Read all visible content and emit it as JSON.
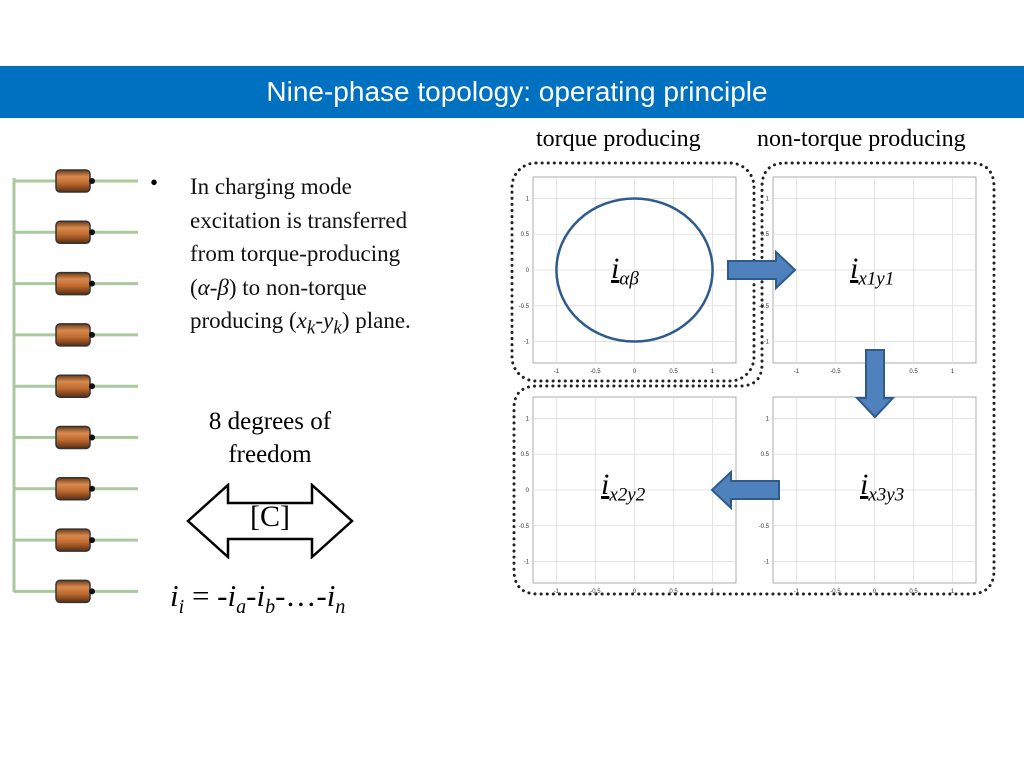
{
  "title": "Nine-phase topology: operating principle",
  "bullet": {
    "symbol": "•",
    "lines": [
      "In charging mode",
      "excitation is transferred",
      "from torque-producing"
    ],
    "line4": {
      "open": "(",
      "greek": "α-β",
      "close": ") to non-torque"
    },
    "line5": {
      "pre": "producing (",
      "x": "x",
      "k1": "k",
      "dash": "-",
      "y": "y",
      "k2": "k",
      "post": ") plane."
    }
  },
  "dof": {
    "line1": "8 degrees of",
    "line2": "freedom"
  },
  "matrix_label": "[C]",
  "equation": {
    "i": "i",
    "s0": "i",
    "eq": " = -",
    "a": "i",
    "sa": "a",
    "m1": "-",
    "b": "i",
    "sb": "b",
    "m2": "-…-",
    "n": "i",
    "sn": "n"
  },
  "captions": {
    "torque": "torque producing",
    "non_torque": "non-torque producing"
  },
  "plots": [
    {
      "label_main": "i",
      "label_sub": "αβ",
      "circle_radius": 1
    },
    {
      "label_main": "i",
      "label_sub": "x1y1"
    },
    {
      "label_main": "i",
      "label_sub": "x2y2"
    },
    {
      "label_main": "i",
      "label_sub": "x3y3"
    }
  ],
  "axis": {
    "range": [
      -1.3,
      1.3
    ],
    "ticks": [
      "-1",
      "-0.5",
      "0",
      "0.5",
      "1"
    ],
    "tick_values": [
      -1,
      -0.5,
      0,
      0.5,
      1
    ]
  },
  "phases": 9,
  "colors": {
    "title_bg": "#0070c0",
    "arrow": "#4f81bd",
    "circle": "#2e5b8c",
    "wire": "#a9c99e",
    "coil": "#c8753a"
  }
}
